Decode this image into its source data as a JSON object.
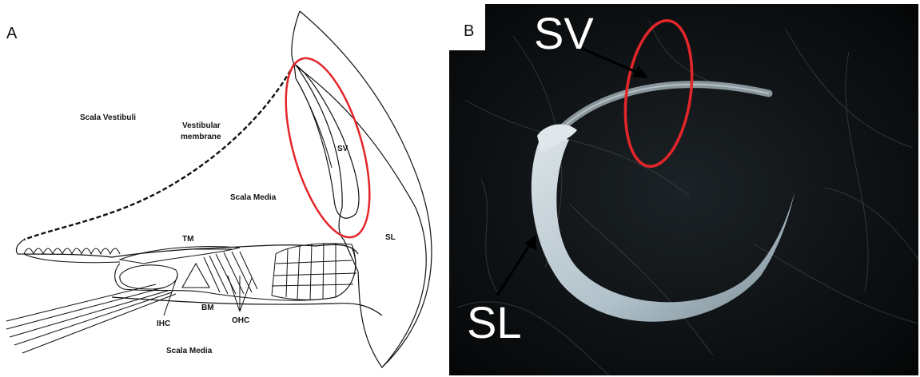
{
  "panel_a": {
    "letter": "A",
    "labels": {
      "scala_vestibuli": "Scala Vestibuli",
      "vestibular_membrane_1": "Vestibular",
      "vestibular_membrane_2": "membrane",
      "scala_media_upper": "Scala Media",
      "sv": "SV",
      "sl": "SL",
      "tm": "TM",
      "bm": "BM",
      "ihc": "IHC",
      "ohc": "OHC",
      "scala_media_lower": "Scala Media"
    },
    "highlight_color": "#e3262a"
  },
  "panel_b": {
    "letter": "B",
    "labels": {
      "sv": "SV",
      "sl": "SL"
    },
    "highlight_color": "#e3262a"
  }
}
